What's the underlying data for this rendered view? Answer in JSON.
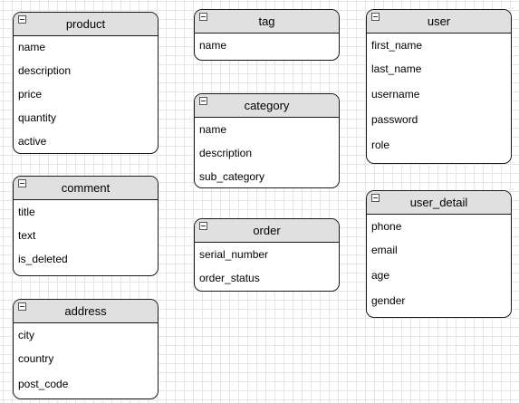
{
  "entities": {
    "product": {
      "title": "product",
      "fields": [
        "name",
        "description",
        "price",
        "quantity",
        "active"
      ]
    },
    "tag": {
      "title": "tag",
      "fields": [
        "name"
      ]
    },
    "user": {
      "title": "user",
      "fields": [
        "first_name",
        "last_name",
        "username",
        "password",
        "role"
      ]
    },
    "category": {
      "title": "category",
      "fields": [
        "name",
        "description",
        "sub_category"
      ]
    },
    "comment": {
      "title": "comment",
      "fields": [
        "title",
        "text",
        "is_deleted"
      ]
    },
    "order": {
      "title": "order",
      "fields": [
        "serial_number",
        "order_status"
      ]
    },
    "user_detail": {
      "title": "user_detail",
      "fields": [
        "phone",
        "email",
        "age",
        "gender"
      ]
    },
    "address": {
      "title": "address",
      "fields": [
        "city",
        "country",
        "post_code"
      ]
    }
  },
  "icons": {
    "collapse": "collapse-minus-icon"
  }
}
